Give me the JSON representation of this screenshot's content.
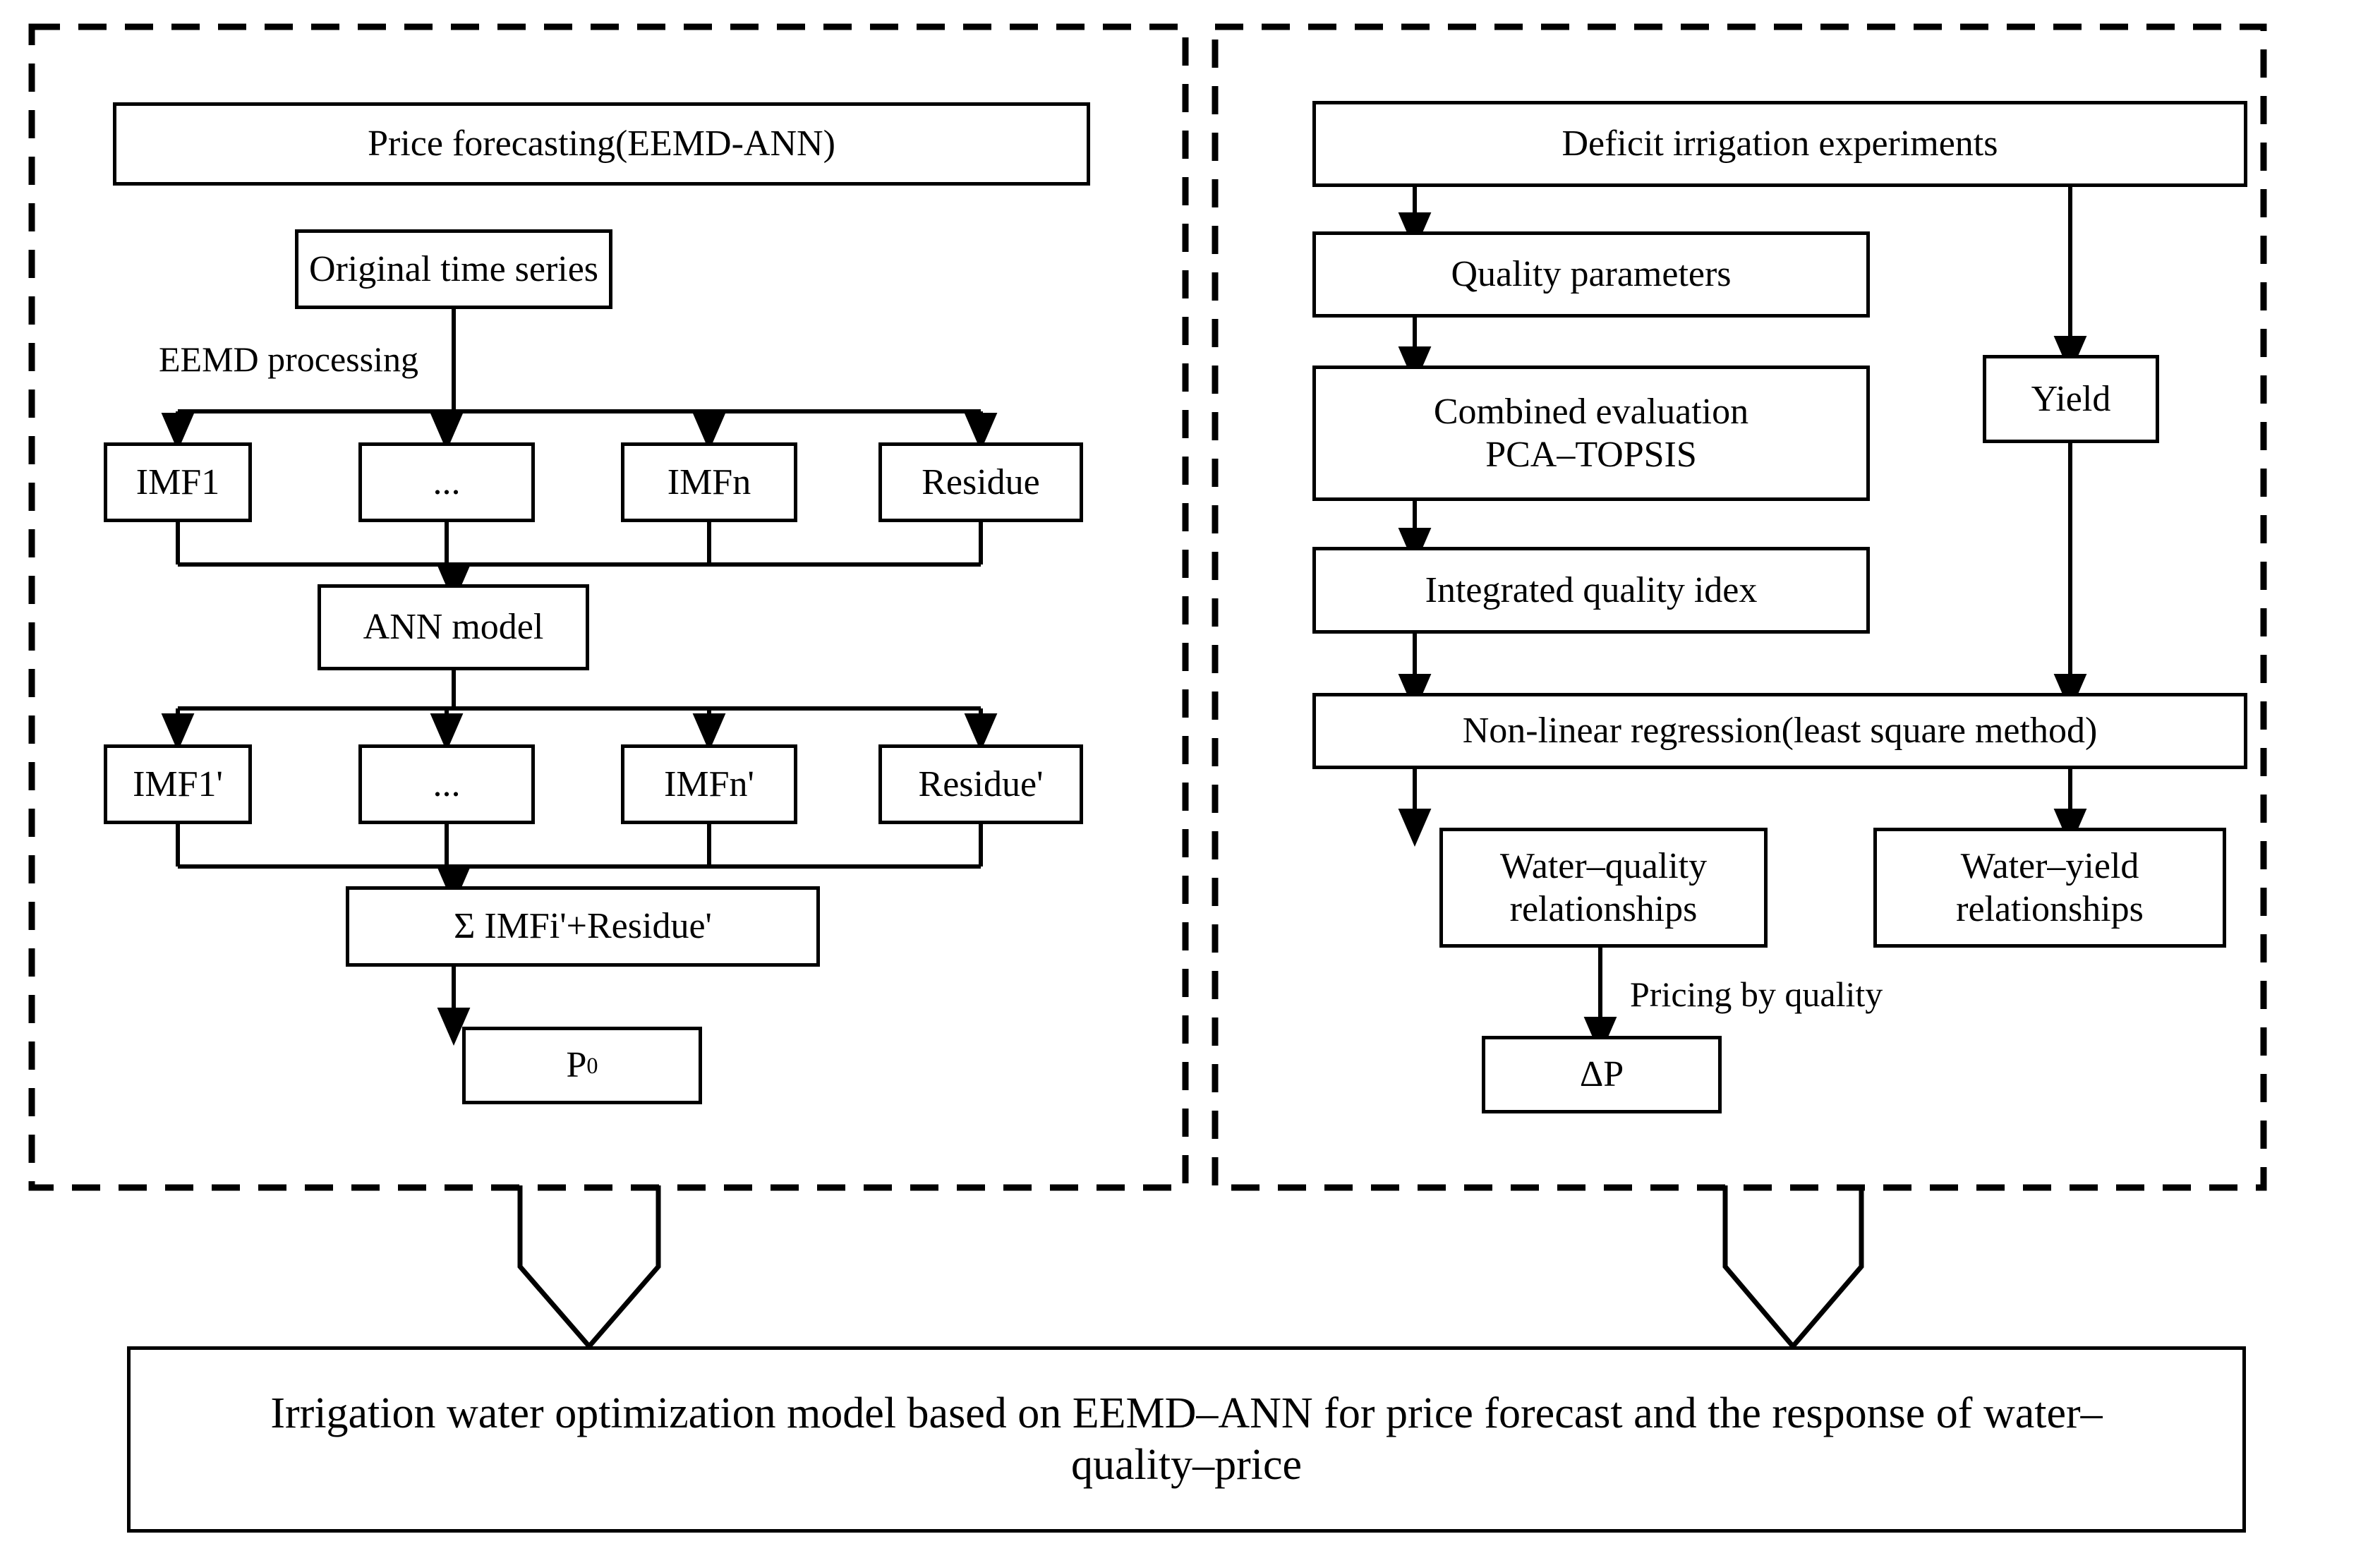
{
  "diagram": {
    "title_box": "Irrigation water optimization model based on EEMD–ANN for price forecast and the response of water–quality–price",
    "left_panel": {
      "header": "Price forecasting(EEMD-ANN)",
      "nodes": {
        "original": "Original time series",
        "imf1": "IMF1",
        "dots1": "...",
        "imfn": "IMFn",
        "residue": "Residue",
        "ann": "ANN model",
        "imf1p": "IMF1'",
        "dots2": "...",
        "imfnp": "IMFn'",
        "residuep": "Residue'",
        "sum": "Σ IMFi'+Residue'",
        "p0_main": "P",
        "p0_sub": "0"
      },
      "edge_labels": {
        "eemd": "EEMD processing"
      }
    },
    "right_panel": {
      "nodes": {
        "deficit": "Deficit irrigation experiments",
        "quality_params": "Quality parameters",
        "combined_line1": "Combined evaluation",
        "combined_line2": "PCA–TOPSIS",
        "yield": "Yield",
        "integrated": "Integrated quality idex",
        "regression": "Non-linear regression(least square method)",
        "water_quality_line1": "Water–quality",
        "water_quality_line2": "relationships",
        "water_yield_line1": "Water–yield",
        "water_yield_line2": "relationships",
        "delta_p": "ΔP"
      },
      "edge_labels": {
        "pricing": "Pricing by quality"
      }
    },
    "colors": {
      "stroke": "#000000",
      "fill": "#ffffff"
    }
  }
}
